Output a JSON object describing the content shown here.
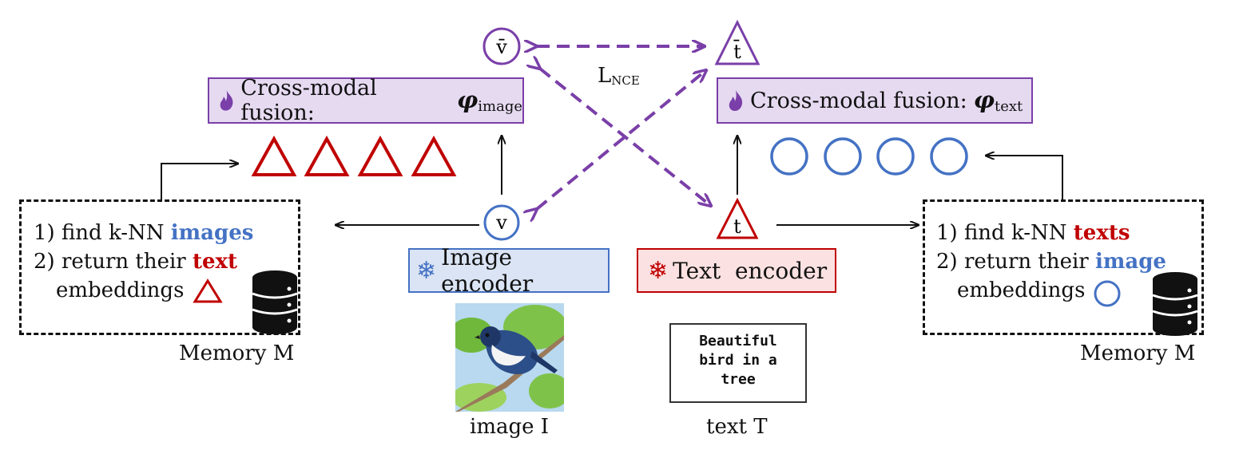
{
  "fusion_image": {
    "label": "Cross-modal fusion: ",
    "phi": "φ",
    "sub": "image"
  },
  "fusion_text": {
    "label": "Cross-modal fusion: ",
    "phi": "φ",
    "sub": "text"
  },
  "loss": {
    "main": "L",
    "sub": "NCE"
  },
  "nodes": {
    "v_bar": "v̄",
    "t_bar": "t̄",
    "v": "v",
    "t": "t"
  },
  "image_encoder": {
    "label": "Image encoder"
  },
  "text_encoder": {
    "label": "Text  encoder"
  },
  "memory_left": {
    "line1_prefix": "1) find k-NN ",
    "line1_highlight": "images",
    "line2_prefix": "2) return their ",
    "line2_highlight": "text",
    "line3": "embeddings",
    "label": "Memory M"
  },
  "memory_right": {
    "line1_prefix": "1) find k-NN ",
    "line1_highlight": "texts",
    "line2_prefix": "2) return their ",
    "line2_highlight": "image",
    "line3": "embeddings",
    "label": "Memory M"
  },
  "image_input": {
    "label": "image I"
  },
  "text_input": {
    "caption_lines": [
      "Beautiful",
      "bird in a",
      "tree"
    ],
    "label": "text T"
  },
  "colors": {
    "purple": "#7a3fa8",
    "blue": "#4472c4",
    "red": "#c00000"
  }
}
